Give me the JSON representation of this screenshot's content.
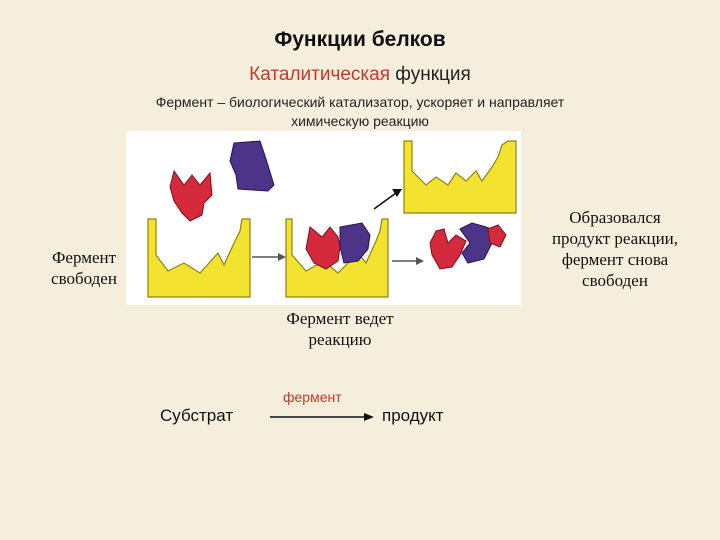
{
  "title": "Функции белков",
  "subtitle": {
    "highlight": "Каталитическая",
    "rest": " функция"
  },
  "definition": {
    "line1": "Фермент – биологический катализатор, ускоряет и направляет",
    "line2": "химическую реакцию"
  },
  "labels": {
    "enzyme_free": [
      "Фермент",
      "свободен"
    ],
    "enzyme_leads": [
      "Фермент ведет",
      "реакцию"
    ],
    "product_formed": [
      "Образовался",
      "продукт реакции,",
      "фермент снова",
      "свободен"
    ]
  },
  "equation": {
    "substrate": "Субстрат",
    "enzyme": "фермент",
    "product": "продукт"
  },
  "colors": {
    "background": "#f6eedd",
    "enzyme": "#f3e22f",
    "substrate_red": "#d42a3c",
    "substrate_blue": "#4d3488",
    "accent": "#c0392b"
  }
}
